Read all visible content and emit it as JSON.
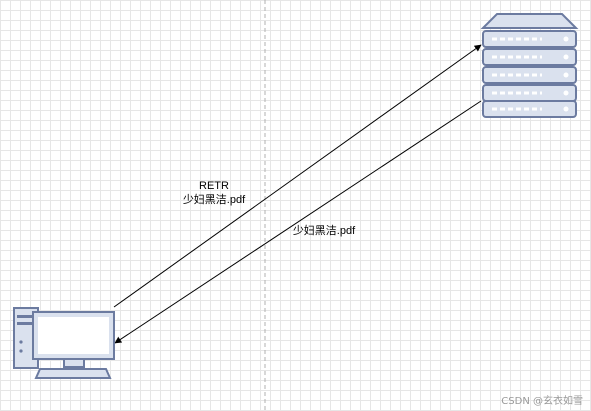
{
  "diagram": {
    "request": {
      "command": "RETR",
      "filename": "少妇黑洁.pdf"
    },
    "response": {
      "filename": "少妇黑洁.pdf"
    },
    "colors": {
      "device_fill": "#dae1ee",
      "device_stroke": "#6c7ba0",
      "arrow": "#000000",
      "divider": "#b0b0b0"
    },
    "icons": {
      "server": "server-rack-icon",
      "client": "desktop-computer-icon"
    }
  },
  "watermark": "CSDN @玄衣如雪"
}
